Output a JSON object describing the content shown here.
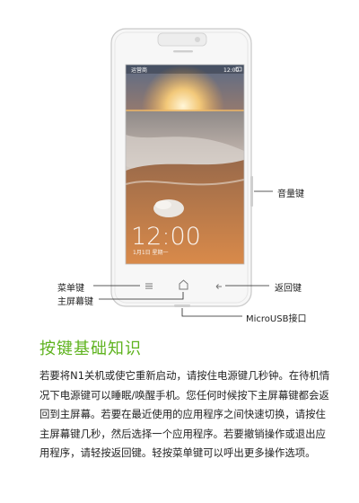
{
  "phone": {
    "status_left": "运营商",
    "status_time": "12:00",
    "lock_time": "12:00",
    "lock_date": "1月1日 星期一"
  },
  "callouts": {
    "volume": "音量键",
    "menu": "菜单键",
    "home": "主屏幕键",
    "back": "返回键",
    "usb": "MicroUSB接口"
  },
  "section": {
    "title": "按键基础知识",
    "body": "若要将N1关机或使它重新启动，请按住电源键几秒钟。在待机情况下电源键可以睡眠/唤醒手机。您任何时候按下主屏幕键都会返回到主屏幕。若要在最近使用的应用程序之间快速切换，请按住主屏幕键几秒，然后选择一个应用程序。若要撤销操作或退出应用程序，请轻按返回键。轻按菜单键可以呼出更多操作选项。"
  },
  "colors": {
    "accent": "#5fb31f"
  }
}
